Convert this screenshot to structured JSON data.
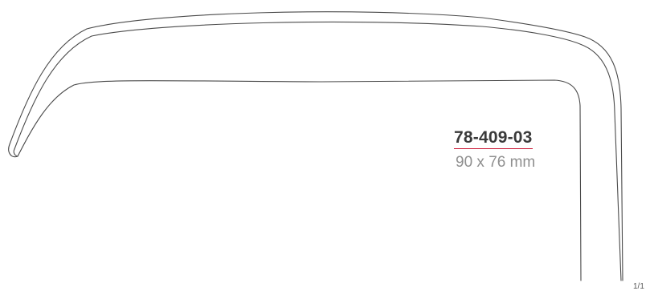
{
  "part": {
    "number": "78-409-03",
    "dimensions": "90 x 76 mm"
  },
  "page_indicator": "1/1",
  "colors": {
    "outline": "#4a4a4a",
    "part_number_text": "#3a3a3a",
    "dimensions_text": "#8f8f8f",
    "underline_accent": "#c8102e"
  }
}
